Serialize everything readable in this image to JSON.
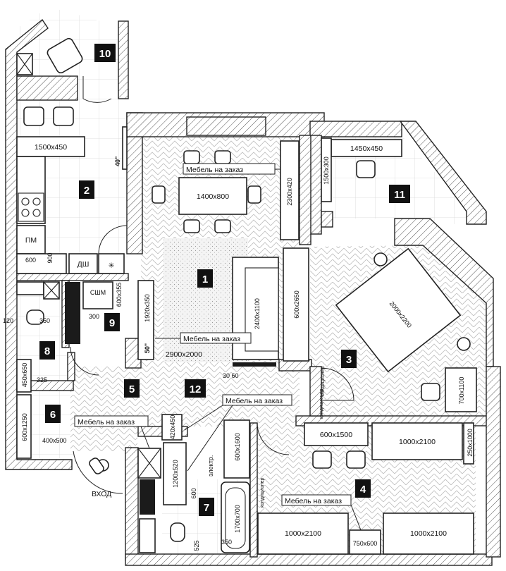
{
  "rooms": [
    "1",
    "2",
    "3",
    "4",
    "5",
    "6",
    "7",
    "8",
    "9",
    "10",
    "11",
    "12"
  ],
  "dimensions": {
    "kitchen_counter": "1500x450",
    "dining_table": "1400x800",
    "wardrobe_living": "2300x420",
    "desk_11": "1450x450",
    "cabinet_11": "1500x300",
    "sofa": "2400x1100",
    "rug": "2900x2000",
    "tv_unit": "1920x350",
    "wardrobe_bedroom": "600x2650",
    "bed": "2000x2200",
    "bench_3": "700x1100",
    "desk_4": "600x1500",
    "bed_4a": "1000x2100",
    "bed_4b": "1000x2100",
    "bed_4c": "1000x2100",
    "nightstand_4": "750x600",
    "shelf_4": "250x1000",
    "wardrobe_12": "600x1600",
    "shelf_12": "420x450",
    "bathtub": "1700x700",
    "washer_7": "1200x520",
    "hall_cabinet": "600x1250",
    "hall_bench": "400x500",
    "bath_8_cabinet": "450x650",
    "kitchen_sink": "600",
    "kitchen_depth": "900",
    "washer_9": "600x355",
    "dim_300": "300",
    "dim_350_8": "350",
    "dim_120": "120",
    "dim_325": "325",
    "dim_600_7": "600",
    "dim_525": "525",
    "dim_350_7": "350",
    "dim_30_60": "30 60",
    "tv_size": "50\"",
    "tv_size_kitchen": "40\""
  },
  "labels": {
    "fridge": "ПМ",
    "dishwasher": "ДШ",
    "washer": "СШМ",
    "entrance": "ВХОД",
    "electric": "электр.",
    "ac": "кондиционер"
  },
  "callouts": {
    "custom_furniture": "Мебель на заказ"
  }
}
